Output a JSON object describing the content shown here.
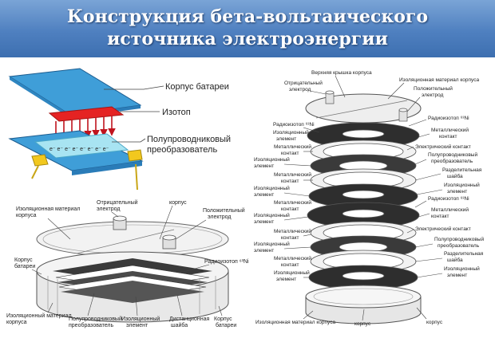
{
  "title": {
    "line1": "Конструкция бета-вольтаического",
    "line2": "источника электроэнергии"
  },
  "topleft": {
    "battery_case": "Корпус батареи",
    "isotope": "Изотоп",
    "semiconductor_line1": "Полупроводниковый",
    "semiconductor_line2": "преобразователь",
    "electrons": "e⁻ e⁻ e⁻ e⁻ e⁻ e⁻ e⁻ e⁻"
  },
  "bottomleft": {
    "insulating_material_case": [
      "Изоляционная материал",
      "корпуса"
    ],
    "negative_electrode": [
      "Отрицательный",
      "электрод"
    ],
    "case": "корпус",
    "positive_electrode": [
      "Положительный",
      "электрод"
    ],
    "battery_case": [
      "Корпус",
      "батареи"
    ],
    "isotope_ni": "Радиоизотоп ⁶³Ni",
    "insulating_material_case_bottom": [
      "Изоляционный материал",
      "корпуса"
    ],
    "semiconductor": [
      "Полупроводниковый",
      "преобразователь"
    ],
    "insulating_element": [
      "Изоляционный",
      "элемент"
    ],
    "spacer_washer": [
      "Дистанционная",
      "шайба"
    ],
    "battery_case_bottom": [
      "Корпус",
      "батареи"
    ]
  },
  "right": {
    "top_cover": "Верхняя крышка корпуса",
    "insulating_material_case_top": "Изоляционная материал корпуса",
    "negative_electrode": [
      "Отрицательный",
      "электрод"
    ],
    "positive_electrode": [
      "Положительный",
      "электрод"
    ],
    "isotope_left": "Радиоизотоп ⁶³Ni",
    "isotope_right": "Радиоизотоп ⁶³Ni",
    "insulating_element_1": [
      "Изоляционный",
      "элемент"
    ],
    "metallic_contact_1": [
      "Металлический",
      "контакт"
    ],
    "insulating_element_2": [
      "Изоляционный",
      "элемент"
    ],
    "metallic_contact_2": [
      "Металлический",
      "контакт"
    ],
    "insulating_element_3": [
      "Изоляционный",
      "элемент"
    ],
    "metallic_contact_3": [
      "Металлический",
      "контакт"
    ],
    "insulating_element_4": [
      "Изоляционный",
      "элемент"
    ],
    "metallic_contact_4": [
      "Металлический",
      "контакт"
    ],
    "insulating_element_5": [
      "Изоляционный",
      "элемент"
    ],
    "metallic_contact_r1": [
      "Металлический",
      "контакт"
    ],
    "electric_contact_1": "Электрический контакт",
    "semiconductor_1": [
      "Полупроводниковый",
      "преобразователь"
    ],
    "spacer_washer_1": [
      "Разделительная",
      "шайба"
    ],
    "insulating_element_r1": [
      "Изоляционный",
      "элемент"
    ],
    "isotope_right_2": "Радиоизотоп ⁶³Ni",
    "metallic_contact_r2": [
      "Металлический",
      "контакт"
    ],
    "electric_contact_2": "Электрический контакт",
    "semiconductor_2": [
      "Полупроводниковый",
      "преобразователь"
    ],
    "spacer_washer_2": [
      "Разделительная",
      "шайба"
    ],
    "insulating_element_r2": [
      "Изоляционный",
      "элемент"
    ],
    "insulating_material_case_bottom": "Изоляционная материал корпуса",
    "case_1": "корпус",
    "case_2": "корпус"
  }
}
